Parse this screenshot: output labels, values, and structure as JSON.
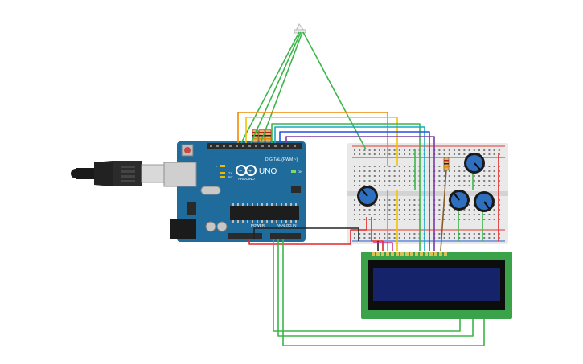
{
  "canvas": {
    "background": "#ffffff"
  },
  "arduino": {
    "brand": "ARDUINO",
    "model": "UNO",
    "digital_label": "DIGITAL (PWM ~)",
    "power_label": "POWER",
    "analog_label": "ANALOG IN",
    "on_label": "ON",
    "tx_label": "TX",
    "rx_label": "RX",
    "l_label": "L",
    "board_color": "#1f6b9c",
    "header_color": "#2b2b2b"
  },
  "breadboard": {
    "body_color": "#e9e9e9",
    "rail_red": "#e53935",
    "rail_blue": "#1e5bd6"
  },
  "lcd": {
    "pcb_color": "#3aa34a",
    "screen_color": "#15246a"
  },
  "wires": {
    "green": "#3cb54a",
    "orange": "#f08a00",
    "yellow": "#f2c500",
    "blue": "#2255dd",
    "purple": "#7a3aa8",
    "red": "#e0262b",
    "black": "#222222",
    "brown": "#8a5a2b",
    "cyan": "#19a7c9",
    "pink": "#d3338f"
  }
}
